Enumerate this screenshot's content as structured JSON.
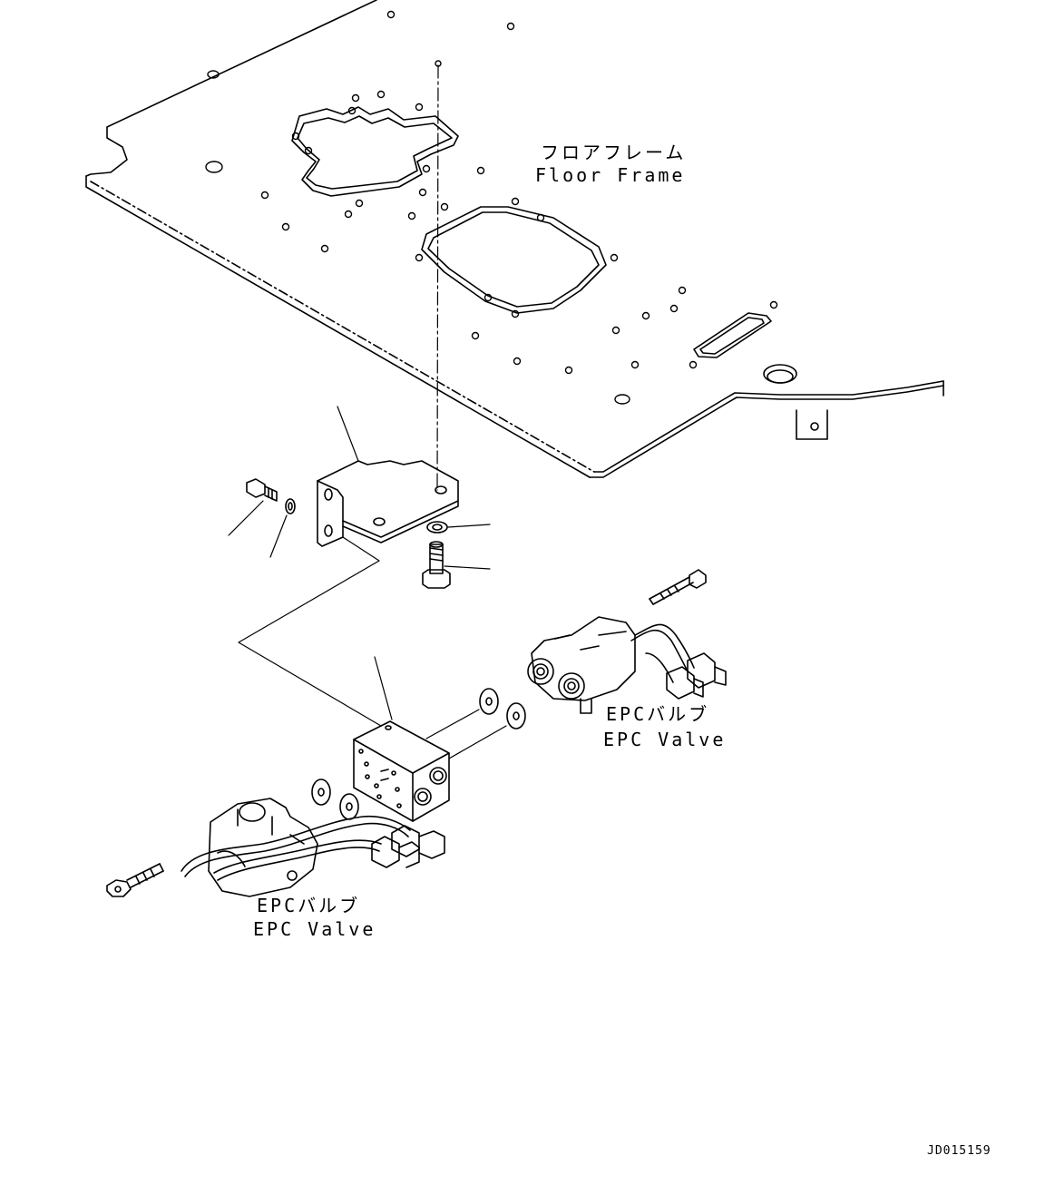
{
  "labels": {
    "floor_frame": {
      "jp": "フロアフレーム",
      "en": "Floor Frame"
    },
    "epc_valve_right": {
      "jp": "EPCバルブ",
      "en": "EPC Valve"
    },
    "epc_valve_left": {
      "jp": "EPCバルブ",
      "en": "EPC Valve"
    }
  },
  "drawing_code": "JD015159",
  "colors": {
    "line": "#000000",
    "background": "#ffffff"
  }
}
